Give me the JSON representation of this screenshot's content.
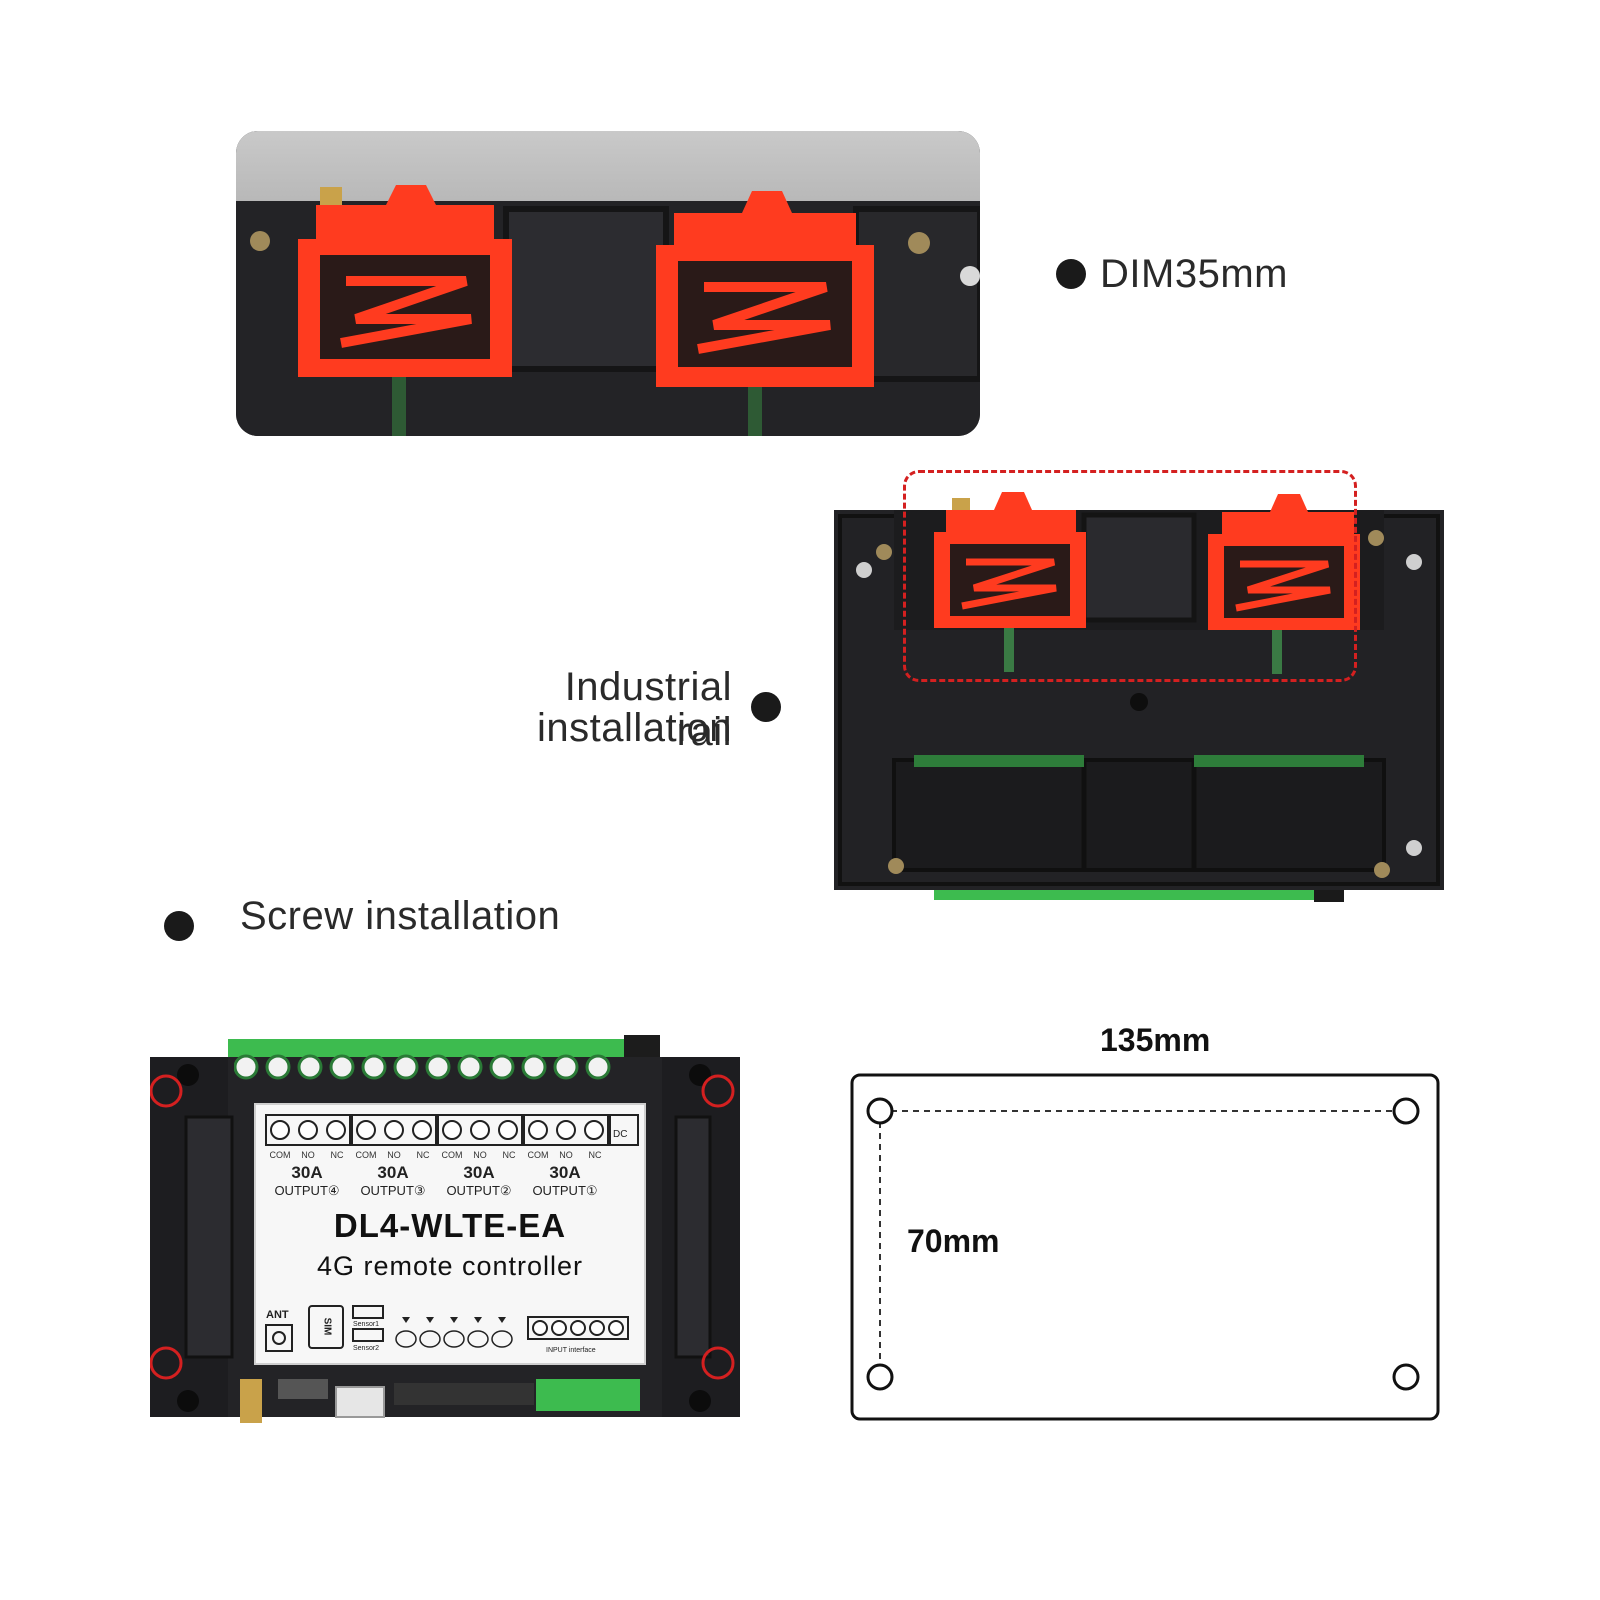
{
  "labels": {
    "din_rail": "DIM35mm",
    "industrial_rail_line1": "Industrial rail",
    "industrial_rail_line2": "installation",
    "screw_installation": "Screw installation"
  },
  "device": {
    "model": "DL4-WLTE-EA",
    "subtitle": "4G remote controller",
    "outputs": [
      {
        "current": "30A",
        "label": "OUTPUT④"
      },
      {
        "current": "30A",
        "label": "OUTPUT③"
      },
      {
        "current": "30A",
        "label": "OUTPUT②"
      },
      {
        "current": "30A",
        "label": "OUTPUT①"
      }
    ],
    "terminal_labels": [
      "COM",
      "NO",
      "NC"
    ],
    "dc_label": "DC",
    "ant_label": "ANT",
    "sim_label": "SIM",
    "sensor1_label": "Sensor1",
    "sensor2_label": "Sensor2",
    "input_label": "INPUT interface"
  },
  "dimensions": {
    "width": "135mm",
    "height": "70mm"
  },
  "colors": {
    "clip_red": "#ff3b1f",
    "housing": "#1f1f21",
    "terminal_green": "#3dbb4f",
    "annotation_red": "#d42020"
  }
}
